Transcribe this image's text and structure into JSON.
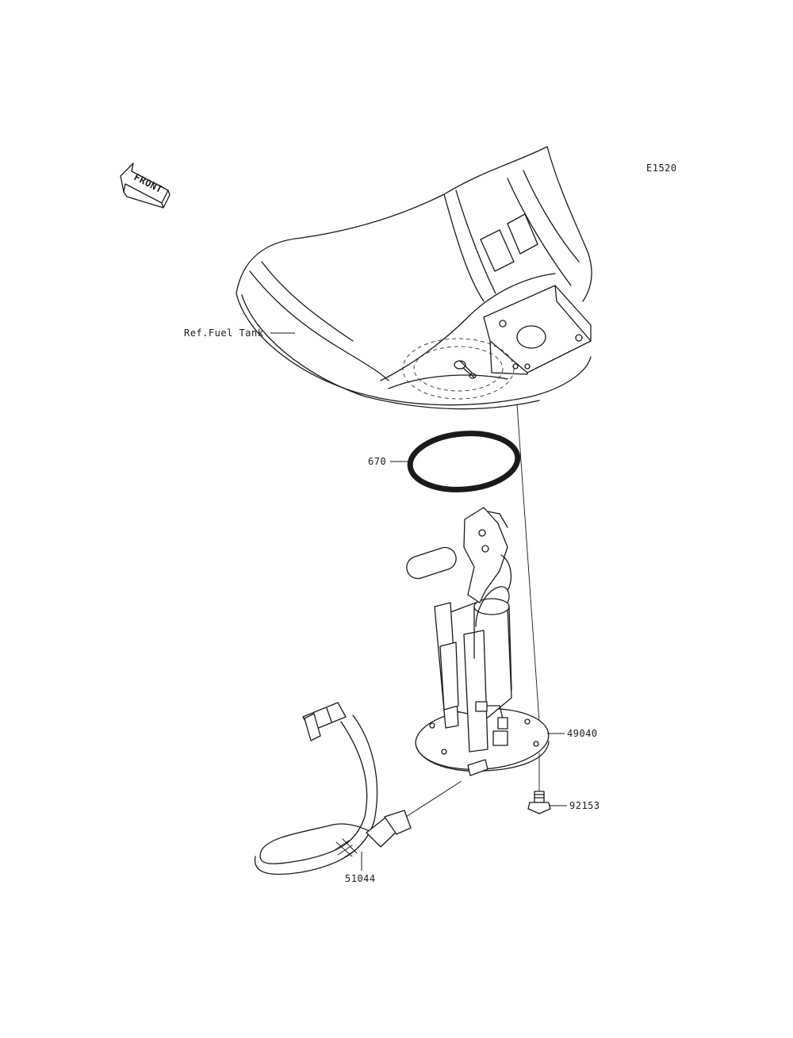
{
  "diagram_code": "E1520",
  "front_arrow_label": "FRONT",
  "callouts": {
    "fuel_tank": "Ref.Fuel Tank",
    "gasket": "670",
    "fuel_pump": "49040",
    "bolt": "92153",
    "hose": "51044"
  }
}
